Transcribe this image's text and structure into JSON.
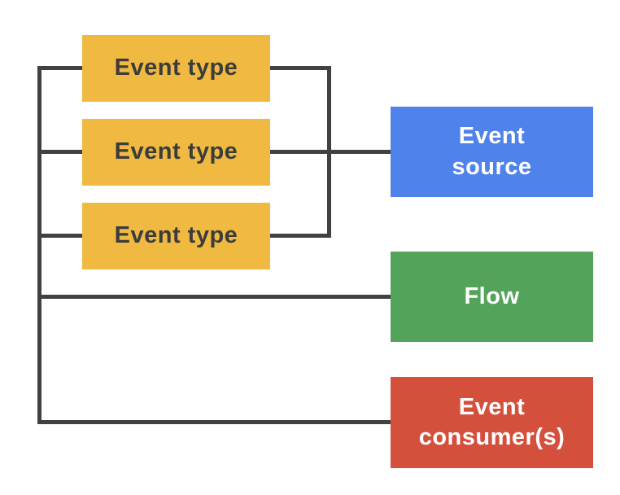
{
  "diagram": {
    "background_color": "#ffffff",
    "line_color": "#414141",
    "nodes": [
      {
        "id": "event-type-1",
        "label": "Event type",
        "color": "#efb942",
        "text_color": "#3c3c3c"
      },
      {
        "id": "event-type-2",
        "label": "Event type",
        "color": "#efb942",
        "text_color": "#3c3c3c"
      },
      {
        "id": "event-type-3",
        "label": "Event type",
        "color": "#efb942",
        "text_color": "#3c3c3c"
      },
      {
        "id": "event-source",
        "label": "Event\nsource",
        "color": "#5083ea",
        "text_color": "#ffffff"
      },
      {
        "id": "flow",
        "label": "Flow",
        "color": "#54a35a",
        "text_color": "#ffffff"
      },
      {
        "id": "event-consumers",
        "label": "Event\nconsumer(s)",
        "color": "#d54f3d",
        "text_color": "#ffffff"
      }
    ],
    "edges": [
      {
        "name": "left-bus",
        "connects": [
          "event-type-1",
          "event-type-2",
          "event-type-3",
          "flow",
          "event-consumers"
        ]
      },
      {
        "name": "right-bus",
        "connects": [
          "event-type-1",
          "event-type-2",
          "event-type-3",
          "event-source"
        ]
      }
    ]
  }
}
